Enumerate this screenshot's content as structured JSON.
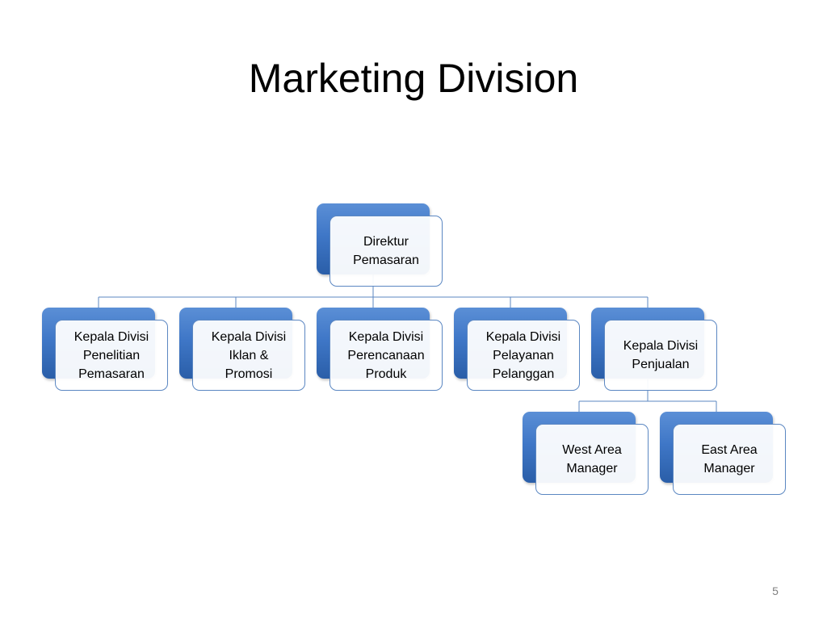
{
  "slide": {
    "title": "Marketing Division",
    "page_number": "5"
  },
  "org_chart": {
    "director": {
      "label": "Direktur\nPemasaran"
    },
    "divisions": [
      {
        "label": "Kepala Divisi\nPenelitian\nPemasaran"
      },
      {
        "label": "Kepala Divisi\nIklan &\nPromosi"
      },
      {
        "label": "Kepala Divisi\nPerencanaan\nProduk"
      },
      {
        "label": "Kepala Divisi\nPelayanan\nPelanggan"
      },
      {
        "label": "Kepala Divisi\nPenjualan"
      }
    ],
    "sales_managers": [
      {
        "label": "West Area\nManager"
      },
      {
        "label": "East Area\nManager"
      }
    ]
  },
  "colors": {
    "box_fill": "#3f77c7",
    "box_border": "#5b87c2",
    "connector": "#5b87c2"
  }
}
